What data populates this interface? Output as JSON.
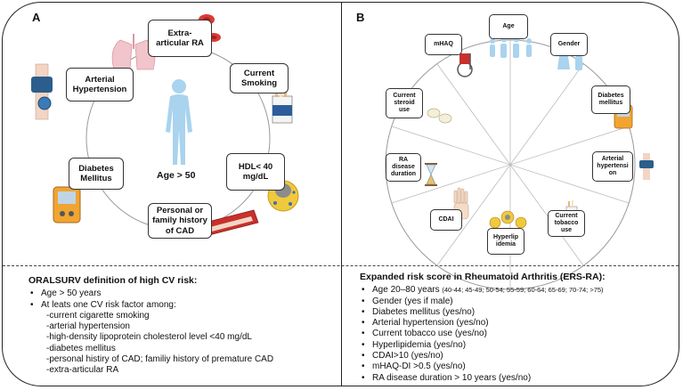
{
  "panel_a": {
    "letter": "A",
    "center_label": "Age > 50",
    "boxes": [
      {
        "text": "Extra-\narticular RA",
        "icon": "lungs-icon"
      },
      {
        "text": "Current\nSmoking",
        "icon": "cigarette-pack-icon"
      },
      {
        "text": "HDL< 40\nmg/dL",
        "icon": "cholesterol-cell-icon"
      },
      {
        "text": "Personal or\nfamily history\nof CAD",
        "icon": "artery-icon"
      },
      {
        "text": "Diabetes\nMellitus",
        "icon": "glucose-meter-icon"
      },
      {
        "text": "Arterial\nHypertension",
        "icon": "blood-pressure-cuff-icon"
      }
    ],
    "definition": {
      "heading": "ORALSURV definition of high CV risk:",
      "bullets": [
        "Age > 50 years",
        "At leats one CV risk factor among:"
      ],
      "subitems": [
        "-current cigarette smoking",
        "-arterial hypertension",
        "-high-density lipoprotein cholesterol level <40 mg/dL",
        "-diabetes mellitus",
        "-personal histiry of CAD; familiy history of premature CAD",
        "-extra-articular RA"
      ]
    }
  },
  "panel_b": {
    "letter": "B",
    "boxes": [
      {
        "text": "Age",
        "icon": "people-icon"
      },
      {
        "text": "Gender",
        "icon": "person-icon"
      },
      {
        "text": "Diabetes\nmellitus",
        "icon": "glucose-meter-icon"
      },
      {
        "text": "Arterial\nhypertensi\non",
        "icon": "blood-pressure-cuff-icon"
      },
      {
        "text": "Current\ntobacco\nuse",
        "icon": "cigarette-pack-icon"
      },
      {
        "text": "Hyperlip\nidemia",
        "icon": "lipid-droplets-icon"
      },
      {
        "text": "CDAI",
        "icon": "hand-icon"
      },
      {
        "text": "RA\ndisease\nduration",
        "icon": "hourglass-icon"
      },
      {
        "text": "Current\nsteroid\nuse",
        "icon": "pills-icon"
      },
      {
        "text": "mHAQ",
        "icon": "wheelchair-icon"
      }
    ],
    "definition": {
      "heading": "Expanded risk score in Rheumatoid Arthritis (ERS-RA):",
      "age_main": "Age 20–80 years ",
      "age_detail": "(40-44; 45-49; 50-54; 55-59; 60-64; 65-69; 70-74; >75)",
      "bullets": [
        "Gender (yes if male)",
        "Diabetes mellitus (yes/no)",
        "Arterial hypertension (yes/no)",
        "Current tobacco use (yes/no)",
        "Hyperlipidemia (yes/no)",
        "CDAI>10 (yes/no)",
        "mHAQ-DI >0.5 (yes/no)",
        "RA disease duration > 10 years (yes/no)"
      ]
    }
  }
}
